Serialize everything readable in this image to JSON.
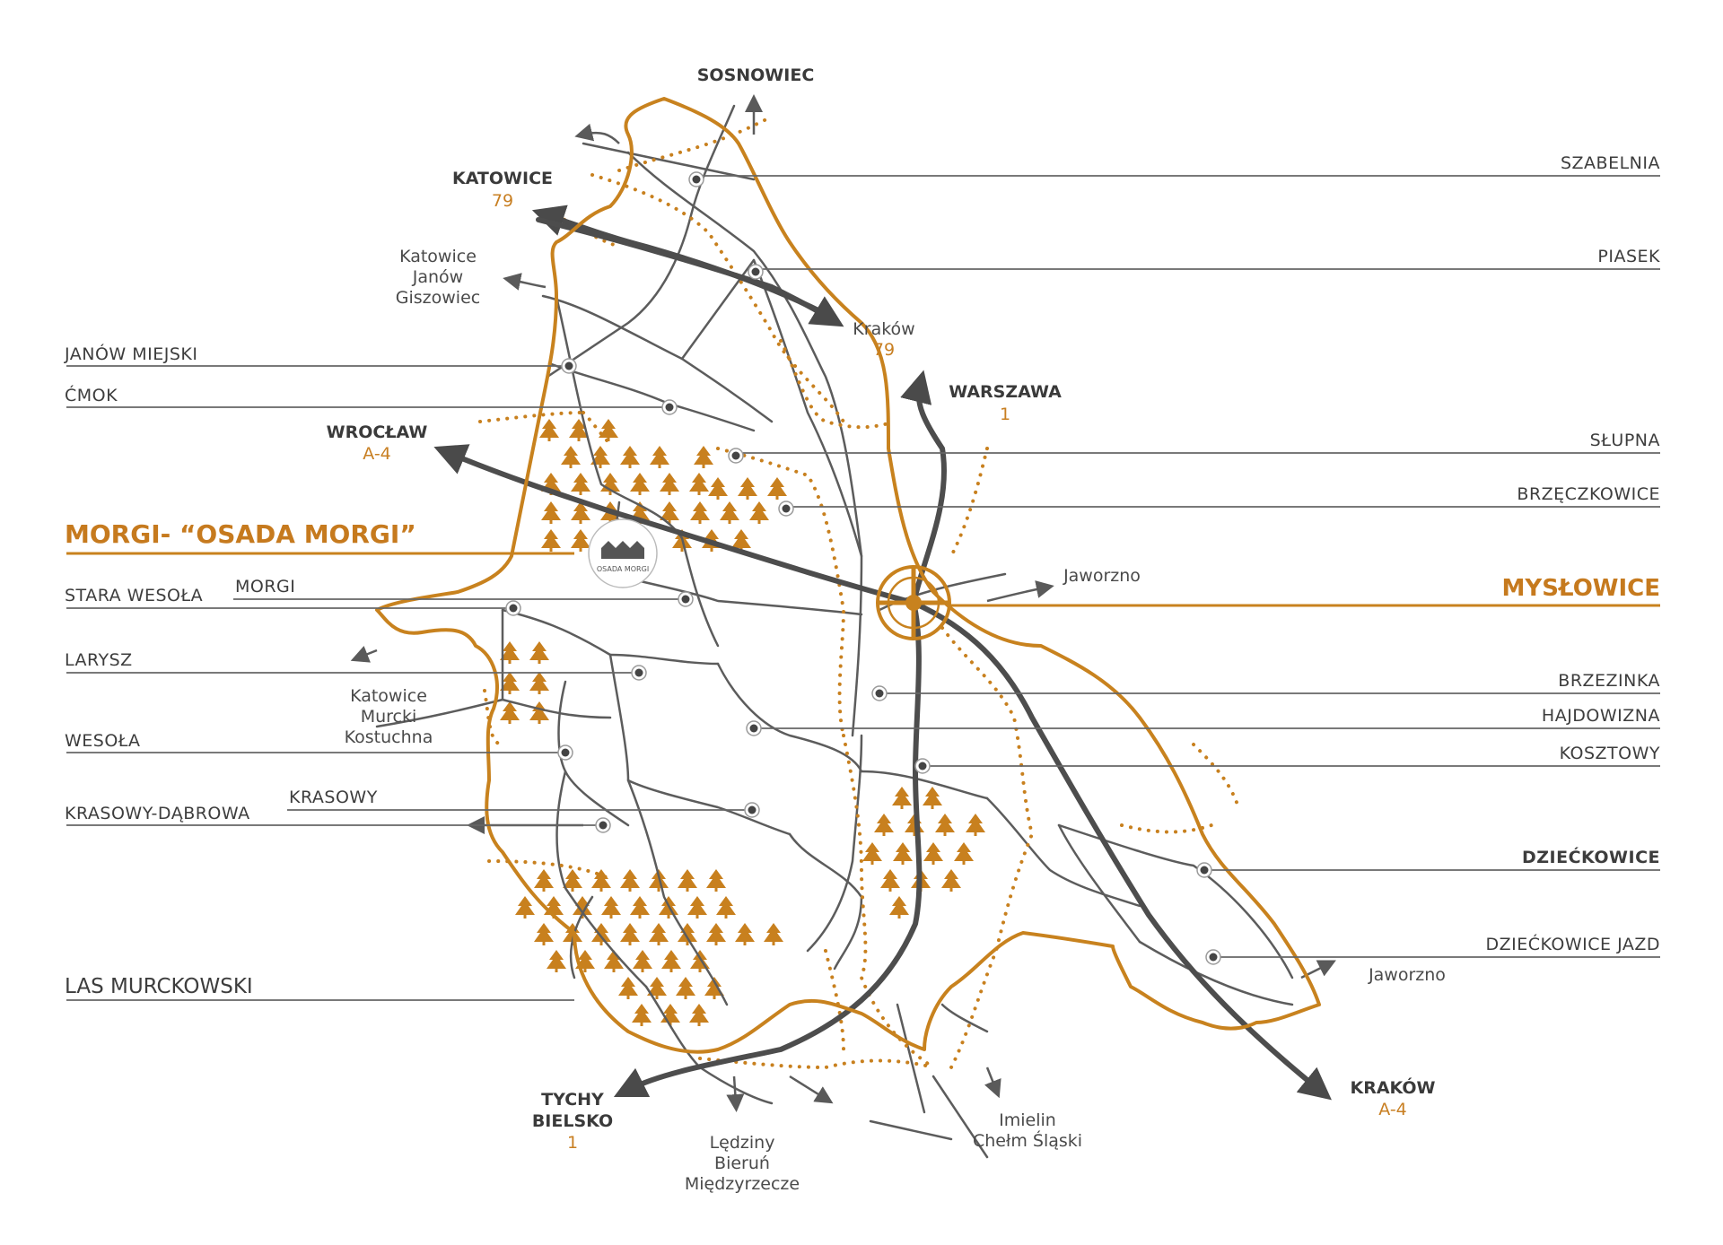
{
  "colors": {
    "border": "#c8821e",
    "road": "#4a4a4a",
    "minor_road": "#5a5a5a",
    "accent_text": "#c67a1e",
    "tree": "#c8801e",
    "leader": "#666666"
  },
  "badge": {
    "name": "OSADA MORGI",
    "icon": "houses-icon"
  },
  "left_labels": [
    {
      "text": "JANÓW MIEJSKI"
    },
    {
      "text": "ĆMOK"
    },
    {
      "text": "STARA WESOŁA"
    },
    {
      "text": "MORGI"
    },
    {
      "text": "LARYSZ"
    },
    {
      "text": "WESOŁA"
    },
    {
      "text": "KRASOWY-DĄBROWA"
    },
    {
      "text": "KRASOWY"
    },
    {
      "text": "LAS MURCKOWSKI"
    }
  ],
  "highlight_left": {
    "text": "MORGI- “OSADA MORGI”"
  },
  "right_labels": [
    {
      "text": "SZABELNIA"
    },
    {
      "text": "PIASEK"
    },
    {
      "text": "SŁUPNA"
    },
    {
      "text": "BRZĘCZKOWICE"
    },
    {
      "text": "BRZEZINKA"
    },
    {
      "text": "HAJDOWIZNA"
    },
    {
      "text": "KOSZTOWY"
    },
    {
      "text": "DZIEĆKOWICE"
    },
    {
      "text": "DZIEĆKOWICE JAZD"
    }
  ],
  "highlight_right": {
    "text": "MYSŁOWICE"
  },
  "directions": {
    "sosnowiec": "SOSNOWIEC",
    "katowice": "KATOWICE",
    "katowice_road": "79",
    "katowice_janow_1": "Katowice",
    "katowice_janow_2": "Janów",
    "katowice_janow_3": "Giszowiec",
    "krakow79": "Kraków",
    "krakow79_road": "79",
    "warszawa": "WARSZAWA",
    "warszawa_road": "1",
    "wroclaw": "WROCŁAW",
    "wroclaw_road": "A-4",
    "jaworzno_1": "Jaworzno",
    "jaworzno_2": "Jaworzno",
    "murcki_1": "Katowice",
    "murcki_2": "Murcki",
    "murcki_3": "Kostuchna",
    "tychy_1": "TYCHY",
    "tychy_2": "BIELSKO",
    "tychy_road": "1",
    "ledziny_1": "Lędziny",
    "ledziny_2": "Bieruń",
    "ledziny_3": "Międzyrzecze",
    "imielin_1": "Imielin",
    "imielin_2": "Chełm Śląski",
    "krakow_a4": "KRAKÓW",
    "krakow_a4_road": "A-4"
  }
}
